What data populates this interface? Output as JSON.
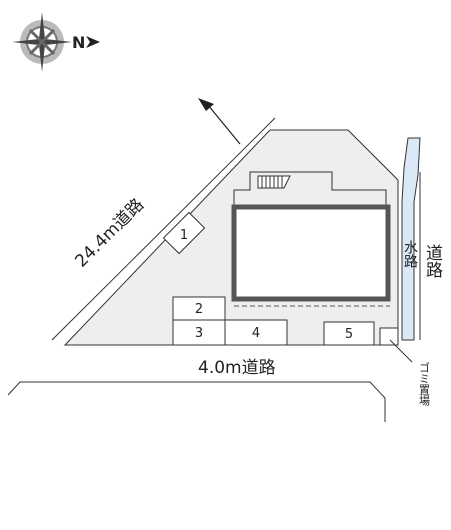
{
  "compass": {
    "north_label": "N",
    "icon": "compass-rose-icon"
  },
  "roads": {
    "diagonal": "24.4m道路",
    "bottom": "4.0m道路",
    "right_vertical": "道路"
  },
  "waterway": {
    "label": "水路"
  },
  "garbage": {
    "label": "ゴミ置場"
  },
  "parking": [
    {
      "number": "1"
    },
    {
      "number": "2"
    },
    {
      "number": "3"
    },
    {
      "number": "4"
    },
    {
      "number": "5"
    }
  ],
  "colors": {
    "site_fill": "#eeeeee",
    "outline": "#333333",
    "waterway_fill": "#dbe9f7",
    "building_border": "#555555"
  }
}
